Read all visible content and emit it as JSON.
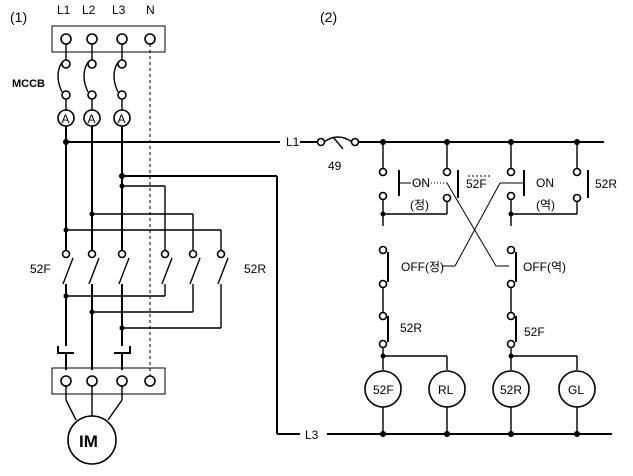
{
  "labels": {
    "fig1": "(1)",
    "fig2": "(2)",
    "L1_top": "L1",
    "L2_top": "L2",
    "L3_top": "L3",
    "N_top": "N",
    "mccb": "MCCB",
    "ammeter": "A",
    "line_L1": "L1",
    "line_L3": "L3",
    "fuse": "49",
    "contactor_F": "52F",
    "contactor_R": "52R",
    "motor": "IM",
    "on": "ON",
    "fwd": "(정)",
    "rev": "(역)",
    "pb_F": "52F",
    "pb_R": "52R",
    "off_fwd": "OFF(정)",
    "off_rev": "OFF(역)",
    "il_R": "52R",
    "il_F": "52F",
    "coil_F": "52F",
    "lamp_RL": "RL",
    "coil_R": "52R",
    "lamp_GL": "GL"
  }
}
